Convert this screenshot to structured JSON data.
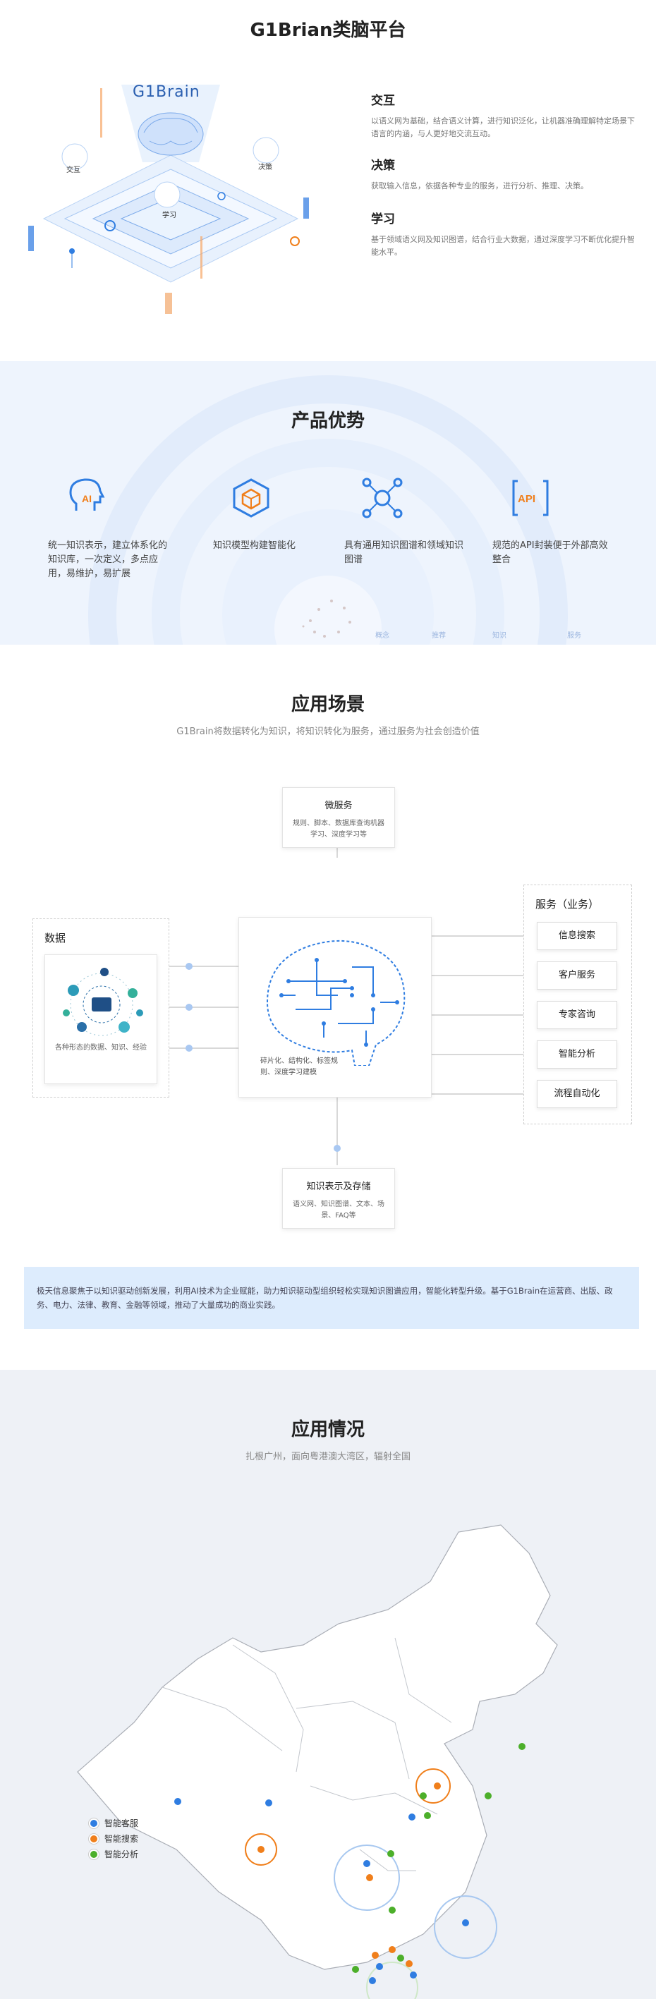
{
  "platform": {
    "title": "G1Brian类脑平台",
    "logo_text": "G1Brain",
    "illustration_labels": {
      "interact": "交互",
      "decide": "决策",
      "learn": "学习"
    },
    "features": [
      {
        "title": "交互",
        "desc": "以语义网为基础，结合语义计算，进行知识泛化，让机器准确理解特定场景下语言的内涵，与人更好地交流互动。"
      },
      {
        "title": "决策",
        "desc": "获取输入信息，依据各种专业的服务，进行分析、推理、决策。"
      },
      {
        "title": "学习",
        "desc": "基于领域语义网及知识图谱，结合行业大数据，通过深度学习不断优化提升智能水平。"
      }
    ]
  },
  "advantages": {
    "title": "产品优势",
    "items": [
      {
        "icon": "ai-head-icon",
        "text": "统一知识表示，建立体系化的知识库，一次定义，多点应用，易维护，易扩展"
      },
      {
        "icon": "cube-icon",
        "text": "知识模型构建智能化"
      },
      {
        "icon": "graph-nodes-icon",
        "text": "具有通用知识图谱和领域知识图谱"
      },
      {
        "icon": "api-icon",
        "text": "规范的API封装便于外部高效整合"
      }
    ],
    "bg_labels": [
      "概念",
      "推荐",
      "知识",
      "服务"
    ]
  },
  "scenarios": {
    "title": "应用场景",
    "subtitle": "G1Brain将数据转化为知识，将知识转化为服务，通过服务为社会创造价值",
    "micro": {
      "title": "微服务",
      "desc": "规则、脚本、数据库查询机器学习、深度学习等"
    },
    "data": {
      "label": "数据",
      "caption": "各种形态的数据、知识、经验"
    },
    "brain_caption": "碎片化、结构化、标签规则、深度学习建模",
    "services": {
      "label": "服务（业务）",
      "items": [
        "信息搜索",
        "客户服务",
        "专家咨询",
        "智能分析",
        "流程自动化"
      ]
    },
    "storage": {
      "title": "知识表示及存储",
      "desc": "语义网、知识图谱、文本、场景、FAQ等"
    },
    "intro": "极天信息聚焦于以知识驱动创新发展，利用AI技术为企业赋能，助力知识驱动型组织轻松实现知识图谱应用，智能化转型升级。基于G1Brain在运营商、出版、政务、电力、法律、教育、金融等领域，推动了大量成功的商业实践。"
  },
  "usage": {
    "title": "应用情况",
    "subtitle": "扎根广州，面向粤港澳大湾区，辐射全国",
    "legend": [
      {
        "label": "智能客服",
        "color": "#2f7de1"
      },
      {
        "label": "智能搜索",
        "color": "#f07f1b"
      },
      {
        "label": "智能分析",
        "color": "#4caf2a"
      }
    ]
  }
}
